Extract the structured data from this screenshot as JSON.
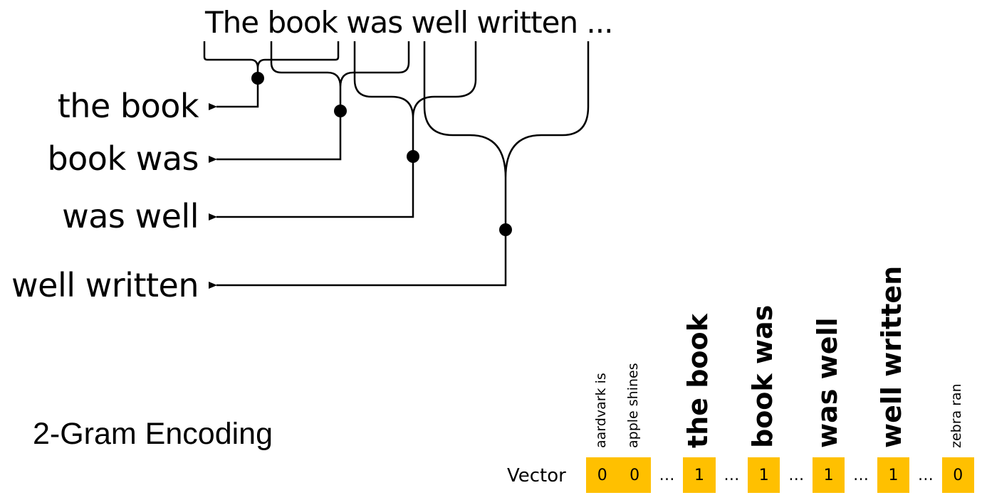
{
  "sentence": "The book was well written ...",
  "bigrams": [
    "the book",
    "book was",
    "was well",
    "well written"
  ],
  "title": "2-Gram Encoding",
  "vector": {
    "label": "Vector",
    "columns": [
      {
        "label": "aardvark is",
        "value": "0",
        "style": "small",
        "highlight": true
      },
      {
        "label": "apple shines",
        "value": "0",
        "style": "small",
        "highlight": true
      },
      {
        "label": "",
        "value": "…",
        "style": "none",
        "highlight": false
      },
      {
        "label": "the book",
        "value": "1",
        "style": "big",
        "highlight": true
      },
      {
        "label": "",
        "value": "…",
        "style": "none",
        "highlight": false
      },
      {
        "label": "book was",
        "value": "1",
        "style": "big",
        "highlight": true
      },
      {
        "label": "",
        "value": "…",
        "style": "none",
        "highlight": false
      },
      {
        "label": "was well",
        "value": "1",
        "style": "big",
        "highlight": true
      },
      {
        "label": "",
        "value": "…",
        "style": "none",
        "highlight": false
      },
      {
        "label": "well written",
        "value": "1",
        "style": "big",
        "highlight": true
      },
      {
        "label": "",
        "value": "…",
        "style": "none",
        "highlight": false
      },
      {
        "label": "zebra ran",
        "value": "0",
        "style": "small",
        "highlight": true
      }
    ]
  },
  "colors": {
    "cell_highlight": "#FFC000",
    "line": "#000000"
  }
}
